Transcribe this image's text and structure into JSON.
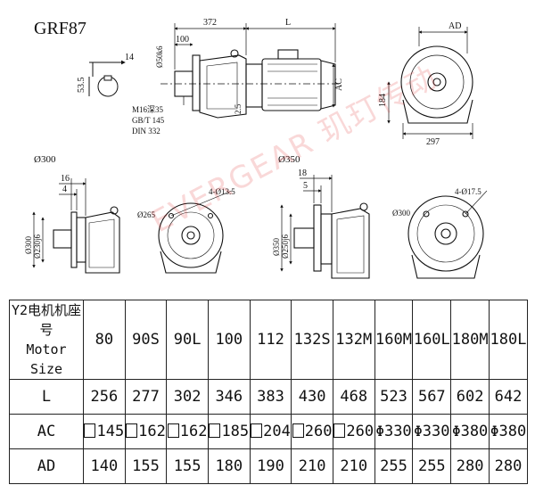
{
  "drawing": {
    "model": "GRF87",
    "main": {
      "dim_372": "372",
      "dim_L": "L",
      "dim_100": "100",
      "shaft_dia": "Ø50k6",
      "dim_14": "14",
      "dim_53_5": "53.5",
      "thread_note": [
        "M16深35",
        "GB/T 145",
        "DIN 332"
      ],
      "dim_2_5": "2.5",
      "dim_AC": "AC",
      "dim_AD": "AD",
      "dim_184": "184",
      "dim_297": "297"
    },
    "flange1": {
      "outer": "Ø300",
      "dim_16": "16",
      "dim_4": "4",
      "spigot": "Ø230j6",
      "flange_dia": "Ø300",
      "pcd": "Ø265",
      "holes": "4-Ø13.5"
    },
    "flange2": {
      "outer": "Ø350",
      "dim_18": "18",
      "dim_5": "5",
      "spigot": "Ø250j6",
      "flange_dia": "Ø350",
      "pcd": "Ø300",
      "holes": "4-Ø17.5"
    }
  },
  "watermark": "EVERGEAR 玑玎传动",
  "table": {
    "header_label_cn": "Y2电机机座号",
    "header_label_en": "Motor Size",
    "sizes": [
      "80",
      "90S",
      "90L",
      "100",
      "112",
      "132S",
      "132M",
      "160M",
      "160L",
      "180M",
      "180L"
    ],
    "rows": [
      {
        "label": "L",
        "values": [
          "256",
          "277",
          "302",
          "346",
          "383",
          "430",
          "468",
          "523",
          "567",
          "602",
          "642"
        ]
      },
      {
        "label": "AC",
        "values": [
          "145",
          "162",
          "162",
          "185",
          "204",
          "260",
          "260",
          "330",
          "330",
          "380",
          "380"
        ]
      },
      {
        "label": "AD",
        "values": [
          "140",
          "155",
          "155",
          "180",
          "190",
          "210",
          "210",
          "255",
          "255",
          "280",
          "280"
        ]
      }
    ],
    "ac_square_count": 7,
    "ac_phi_symbol": "Φ"
  }
}
